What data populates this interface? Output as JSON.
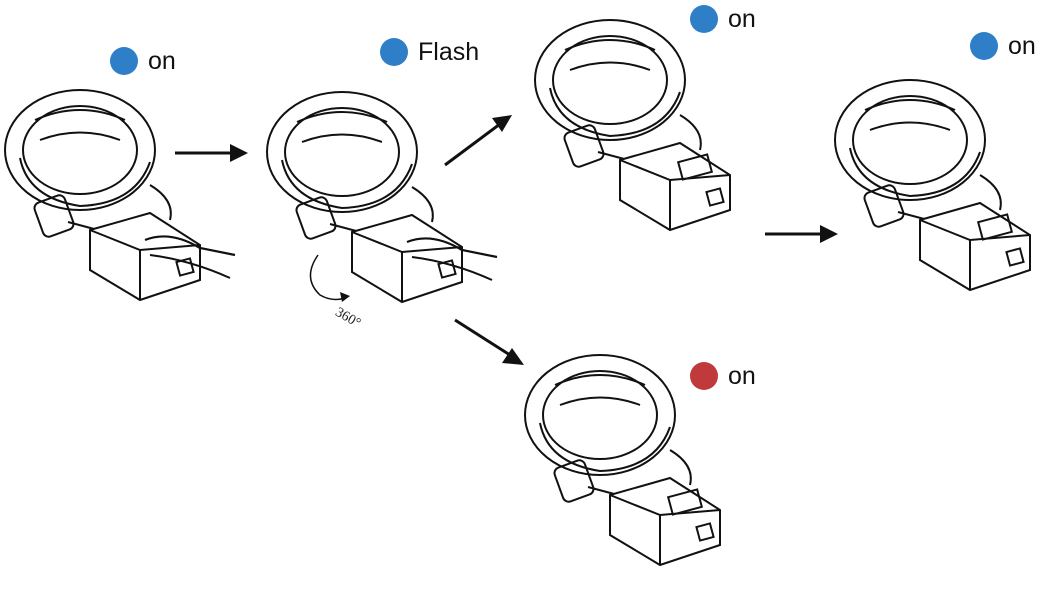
{
  "colors": {
    "blue": "#2f7fc8",
    "red": "#c0393b",
    "stroke": "#111111"
  },
  "steps": [
    {
      "led_color": "blue",
      "label": "on"
    },
    {
      "led_color": "blue",
      "label": "Flash"
    },
    {
      "led_color": "blue",
      "label": "on"
    },
    {
      "led_color": "blue",
      "label": "on"
    },
    {
      "led_color": "red",
      "label": "on"
    }
  ],
  "rotation_label": "360°",
  "icons": [
    "fingerprint-touch-icon",
    "rotation-arrow-icon",
    "flow-arrow-icon"
  ]
}
